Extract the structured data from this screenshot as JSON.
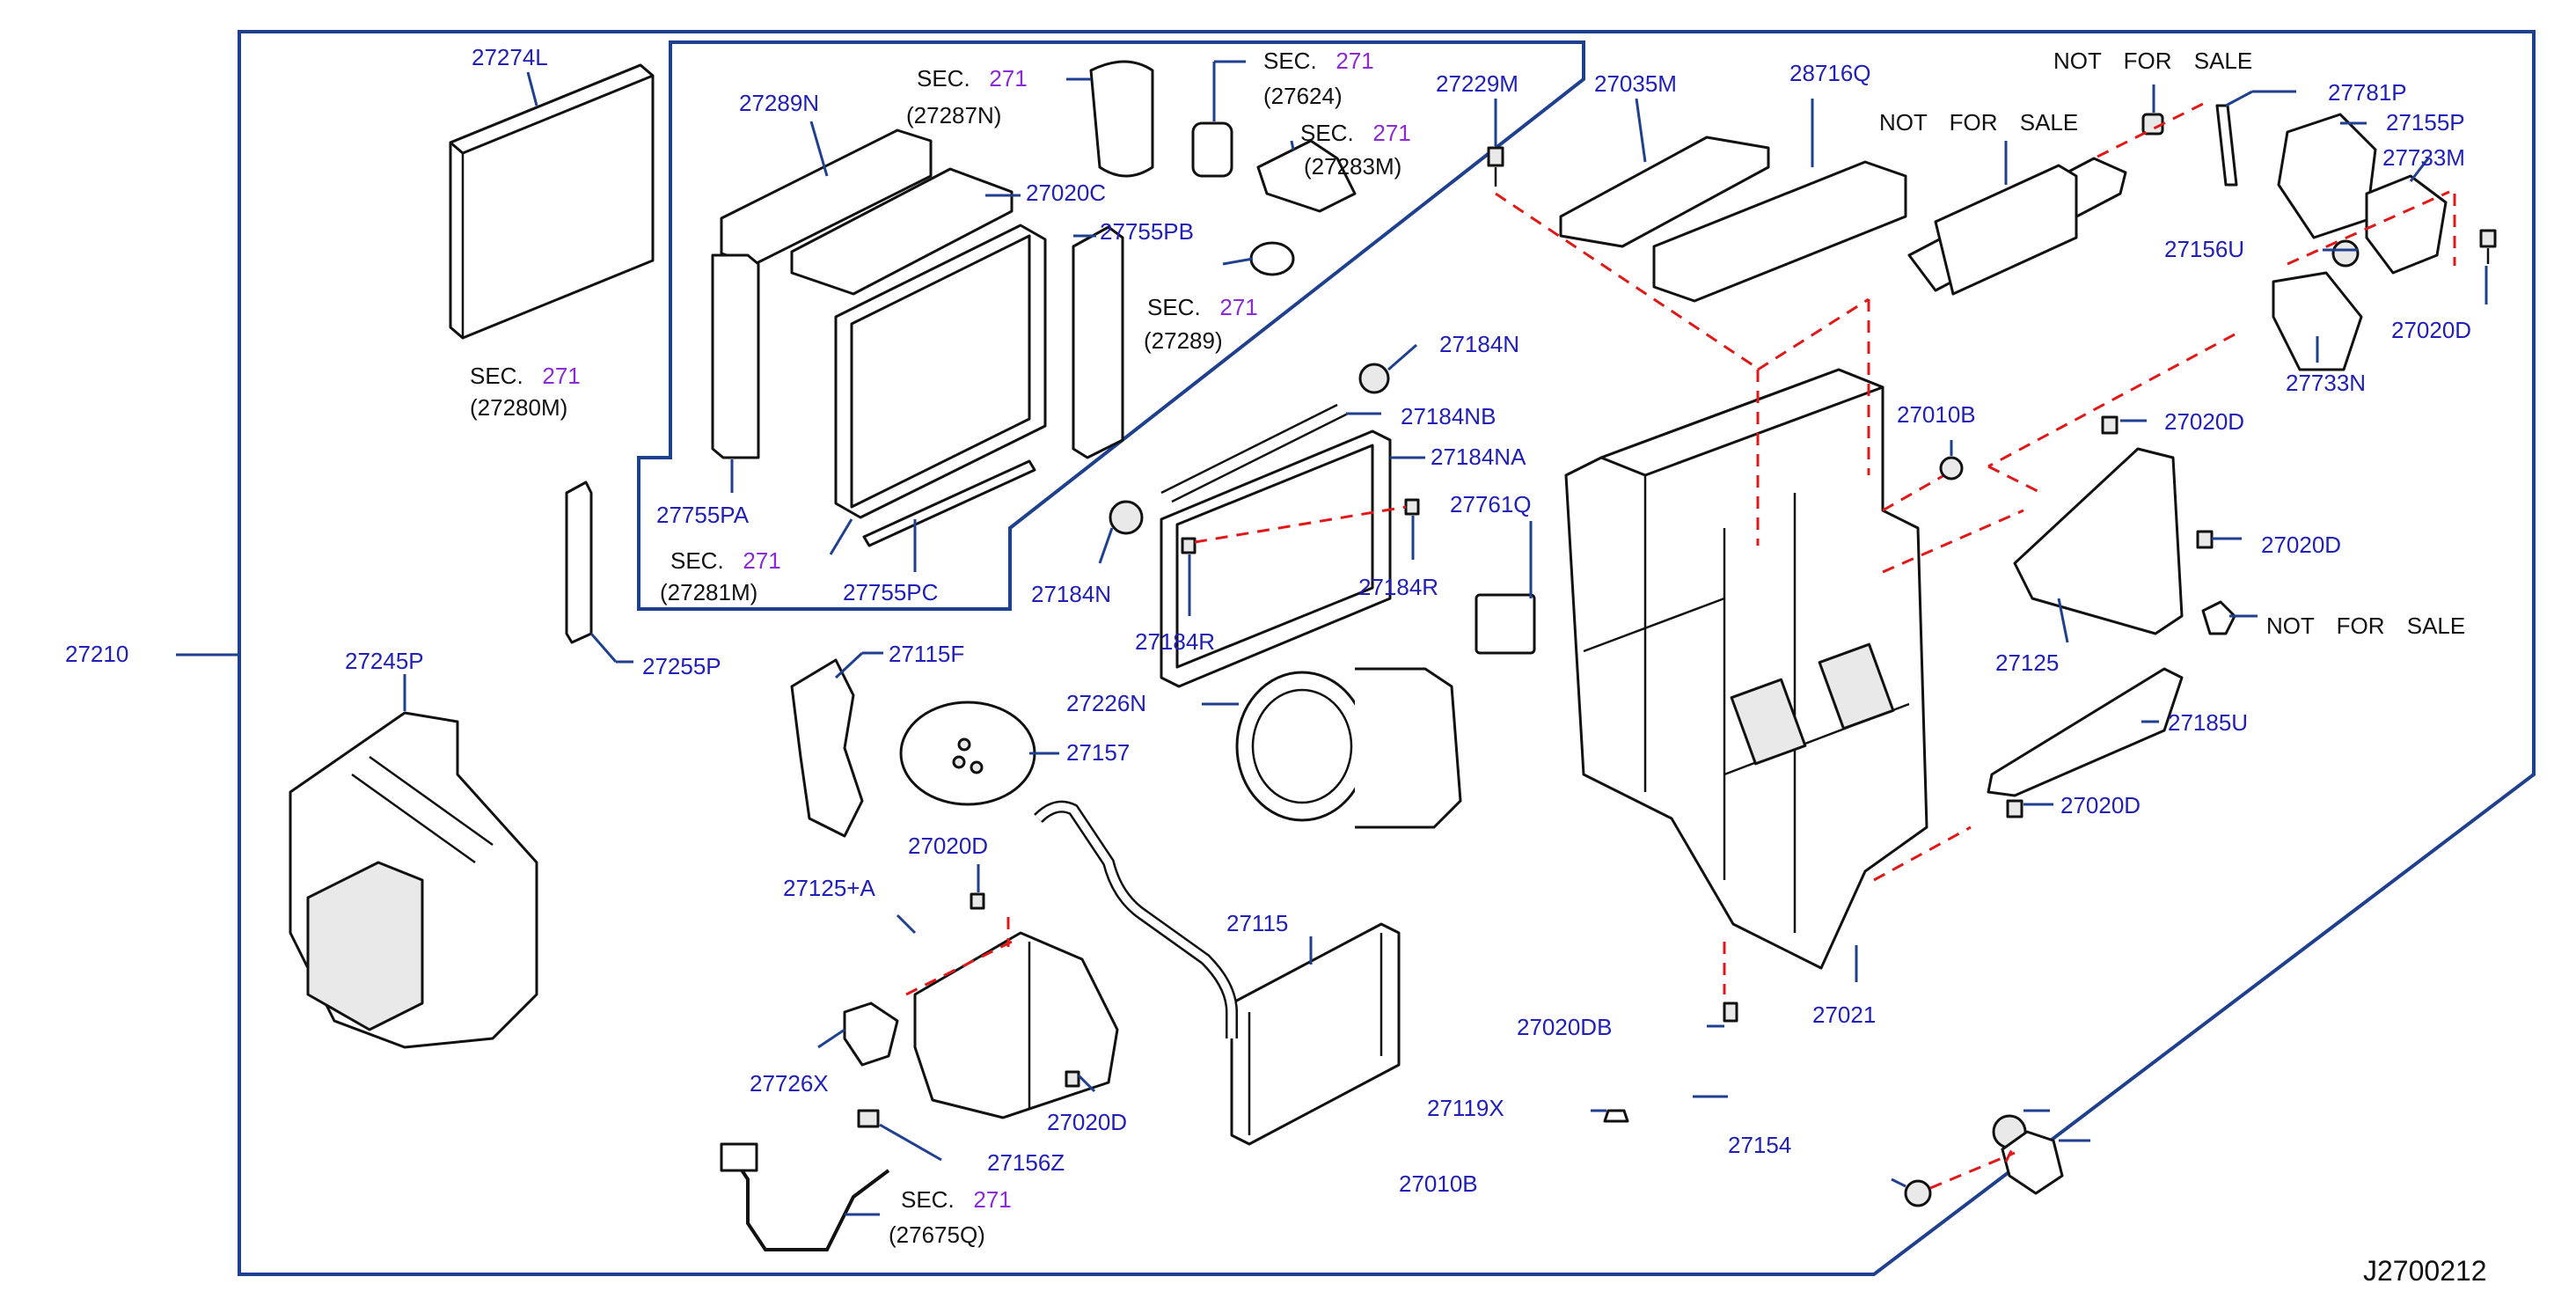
{
  "diagram_id": "J2700212",
  "sec_prefix": "SEC.",
  "sec_number": "271",
  "not_for_sale": "NOT FOR SALE",
  "parts": {
    "p27274L": "27274L",
    "p27289N": "27289N",
    "p27287N": "(27287N)",
    "p27624": "(27624)",
    "p27283M": "(27283M)",
    "p27289": "(27289)",
    "p27020C": "27020C",
    "p27755PB": "27755PB",
    "p27229M": "27229M",
    "p27035M": "27035M",
    "p28716Q": "28716Q",
    "p27781P": "27781P",
    "p27155P": "27155P",
    "p27733M": "27733M",
    "p27156U": "27156U",
    "p27020D_a": "27020D",
    "p27733N": "27733N",
    "p27280M": "(27280M)",
    "p27755PA": "27755PA",
    "p27281M": "(27281M)",
    "p27755PC": "27755PC",
    "p27184N_a": "27184N",
    "p27184NB": "27184NB",
    "p27184NA": "27184NA",
    "p27184N_b": "27184N",
    "p27184R_a": "27184R",
    "p27184R_b": "27184R",
    "p27761Q": "27761Q",
    "p27010B_a": "27010B",
    "p27020D_b": "27020D",
    "p27020D_c": "27020D",
    "p27125": "27125",
    "p27210": "27210",
    "p27245P": "27245P",
    "p27255P": "27255P",
    "p27115F": "27115F",
    "p27157": "27157",
    "p27226N": "27226N",
    "p27185U": "27185U",
    "p27020D_d": "27020D",
    "p27020D_e": "27020D",
    "p27125A": "27125+A",
    "p27115": "27115",
    "p27726X": "27726X",
    "p27020D_f": "27020D",
    "p27156Z": "27156Z",
    "p27675Q": "(27675Q)",
    "p27020DB": "27020DB",
    "p27021": "27021",
    "p27119X": "27119X",
    "p27154": "27154",
    "p27010B_b": "27010B"
  }
}
